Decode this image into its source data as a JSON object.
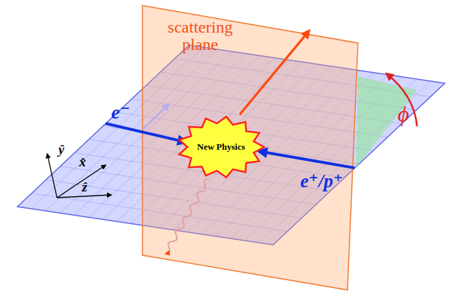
{
  "diagram": {
    "nodes": [
      {
        "text": [
          "scattering plane"
        ]
      },
      {
        "text": [
          "New Physics"
        ]
      }
    ],
    "labels": [
      "e⁻",
      "e⁺/p⁺",
      "ϕ",
      "ŷ",
      "x̂",
      "ẑ"
    ]
  }
}
